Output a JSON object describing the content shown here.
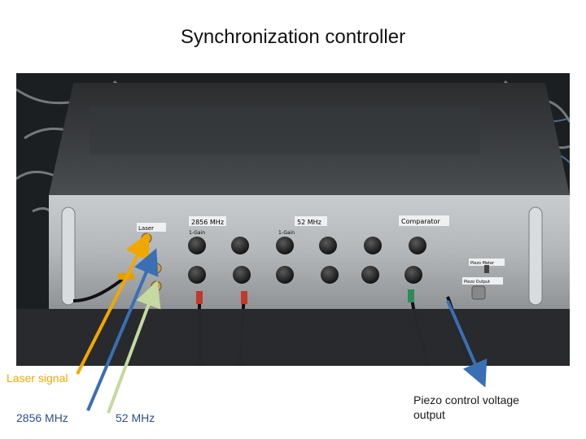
{
  "slide": {
    "title": "Synchronization controller"
  },
  "photo": {
    "panel_labels": {
      "laser": "Laser",
      "freq_2856": "2856 MHz",
      "freq_52": "52 MHz",
      "comparator": "Comparator",
      "gain_a": "1-Gain",
      "gain_b": "1-Gain",
      "piezo_meter": "Piezo Meter",
      "piezo_output": "Piezo Output"
    }
  },
  "annotations": [
    {
      "label": "Laser signal",
      "color": "#f0a800"
    },
    {
      "label": "2856 MHz",
      "color": "#3a6fb5"
    },
    {
      "label": "52 MHz",
      "color": "#c5d9a0"
    },
    {
      "label": "Piezo control voltage output",
      "color": "#3a6fb5"
    }
  ]
}
